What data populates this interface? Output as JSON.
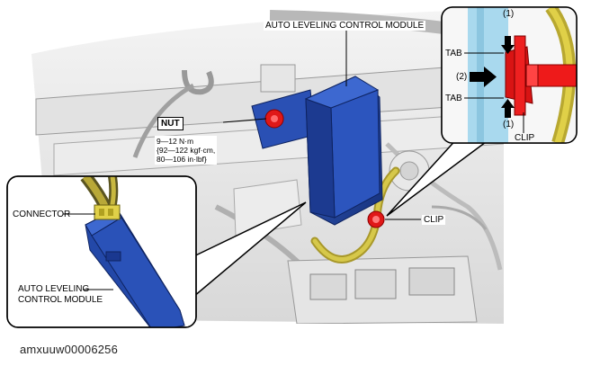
{
  "labels": {
    "module_top": "AUTO LEVELING CONTROL MODULE",
    "nut": "NUT",
    "torque_line1": "9—12 N·m",
    "torque_line2": "{92—122 kgf·cm,",
    "torque_line3": "80—106 in·lbf}",
    "connector": "CONNECTOR",
    "module_inset_line1": "AUTO LEVELING",
    "module_inset_line2": "CONTROL MODULE",
    "clip_main": "CLIP",
    "tab_upper": "TAB",
    "tab_lower": "TAB",
    "callout_1_top": "(1)",
    "callout_2": "(2)",
    "callout_1_bottom": "(1)",
    "clip_inset": "CLIP"
  },
  "figure_code": "amxuuw00006256",
  "colors": {
    "module_blue": "#2348a8",
    "module_blue_dark": "#16307a",
    "nut_red": "#e01818",
    "harness_yellow": "#c8b838",
    "inset_cyan": "#a9d9ee",
    "clip_red": "#ee1a1a"
  },
  "icons": [
    "arrow-right-icon",
    "arrow-down-icon",
    "arrow-up-icon"
  ]
}
